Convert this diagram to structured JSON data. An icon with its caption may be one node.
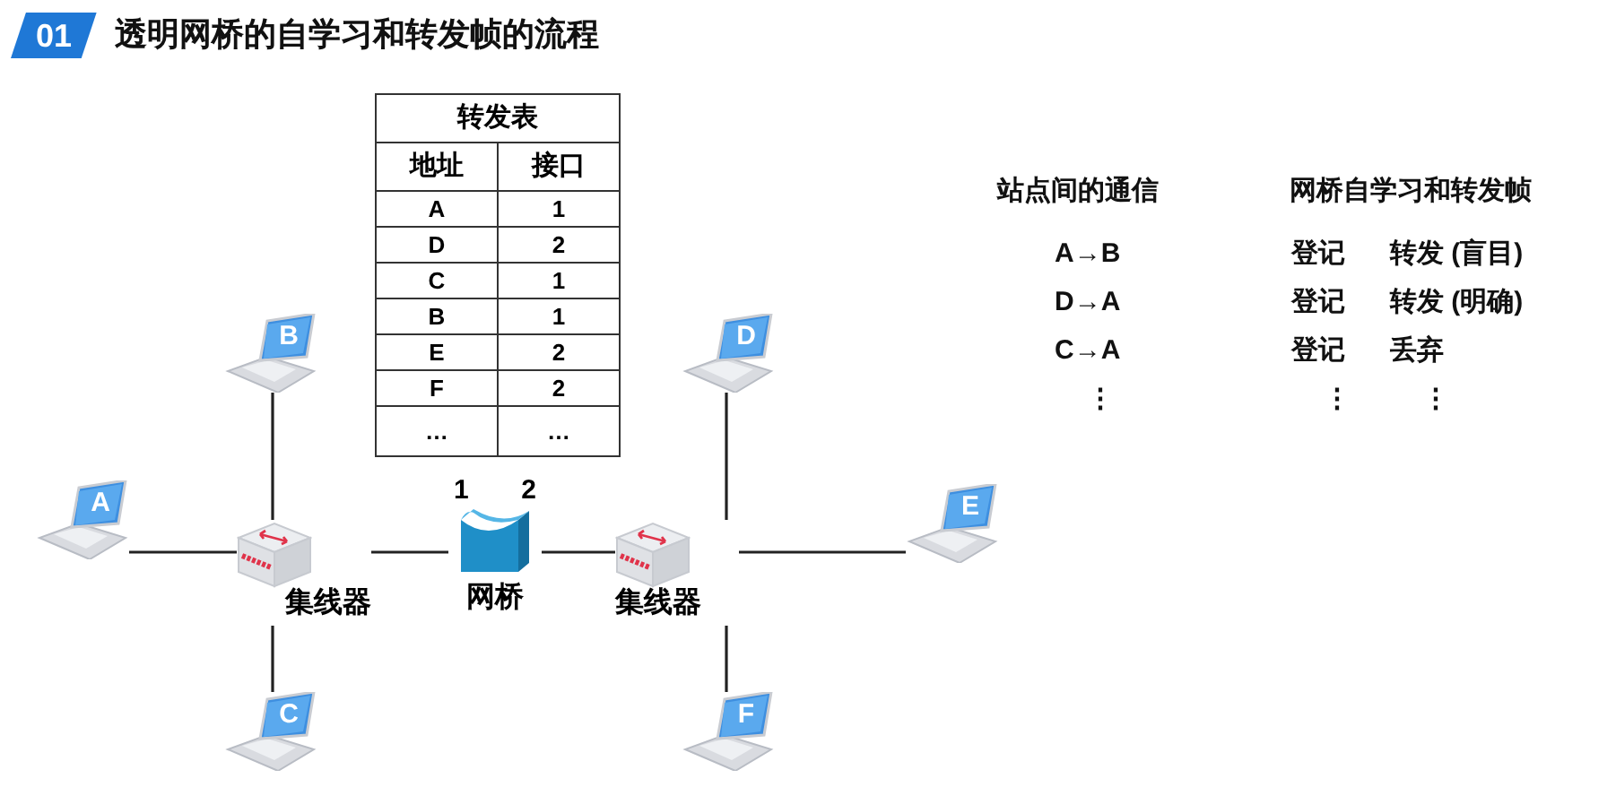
{
  "diagram": {
    "title": "透明网桥的自学习和转发帧的流程",
    "nodes": [
      {
        "text": [
          "A"
        ]
      },
      {
        "text": [
          "B"
        ]
      },
      {
        "text": [
          "C"
        ]
      },
      {
        "text": [
          "集线器"
        ]
      },
      {
        "text": [
          "网桥"
        ],
        "beside": [
          "1",
          "2"
        ]
      },
      {
        "text": [
          "集线器"
        ]
      },
      {
        "text": [
          "D"
        ]
      },
      {
        "text": [
          "E"
        ]
      },
      {
        "text": [
          "F"
        ]
      }
    ],
    "edges": [
      {
        "from": 0,
        "to": 3,
        "arrow": "none"
      },
      {
        "from": 1,
        "to": 3,
        "arrow": "none"
      },
      {
        "from": 2,
        "to": 3,
        "arrow": "none"
      },
      {
        "from": 3,
        "to": 4,
        "arrow": "none"
      },
      {
        "from": 4,
        "to": 5,
        "arrow": "none"
      },
      {
        "from": 6,
        "to": 5,
        "arrow": "none"
      },
      {
        "from": 7,
        "to": 5,
        "arrow": "none"
      },
      {
        "from": 8,
        "to": 5,
        "arrow": "none"
      }
    ],
    "labels": [
      "01",
      "转发表",
      "地址",
      "接口",
      "A",
      "1",
      "D",
      "2",
      "C",
      "1",
      "B",
      "1",
      "E",
      "2",
      "F",
      "2",
      "…",
      "…",
      "站点间的通信",
      "网桥自学习和转发帧",
      "A→B",
      "登记",
      "转发 (盲目)",
      "D→A",
      "登记",
      "转发 (明确)",
      "C→A",
      "登记",
      "丢弃",
      "⋮",
      "⋮",
      "⋮"
    ]
  }
}
